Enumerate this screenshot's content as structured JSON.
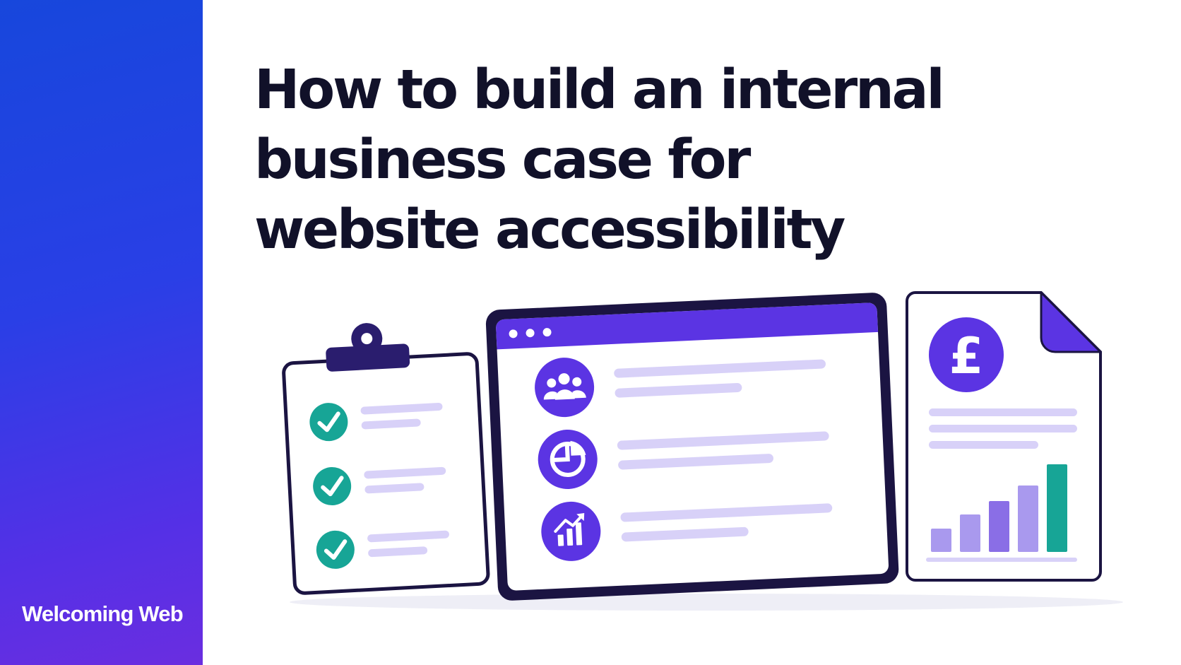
{
  "brand": {
    "name": "Welcoming Web"
  },
  "hero": {
    "title_lines": [
      "How to build an internal",
      "business case for",
      "website accessibility"
    ]
  },
  "illustration": {
    "checklist": {
      "items": 3,
      "check_color": "#17a596",
      "icon": "check-icon"
    },
    "browser": {
      "rows": [
        "users-icon",
        "pie-chart-icon",
        "growth-chart-icon"
      ],
      "accent": "#5b34e3"
    },
    "report": {
      "currency_symbol": "£",
      "bar_levels": [
        0.27,
        0.43,
        0.58,
        0.76,
        1.0
      ],
      "bar_colors": [
        "#a999ee",
        "#a999ee",
        "#8a6ee6",
        "#a999ee",
        "#17a596"
      ]
    }
  },
  "colors": {
    "sidebar_gradient": [
      "#1747dc",
      "#6a2ee0"
    ],
    "title": "#111129",
    "outline": "#1b1442",
    "accent_purple": "#5b34e3",
    "line_lavender": "#d8d1f8",
    "teal": "#17a596"
  }
}
